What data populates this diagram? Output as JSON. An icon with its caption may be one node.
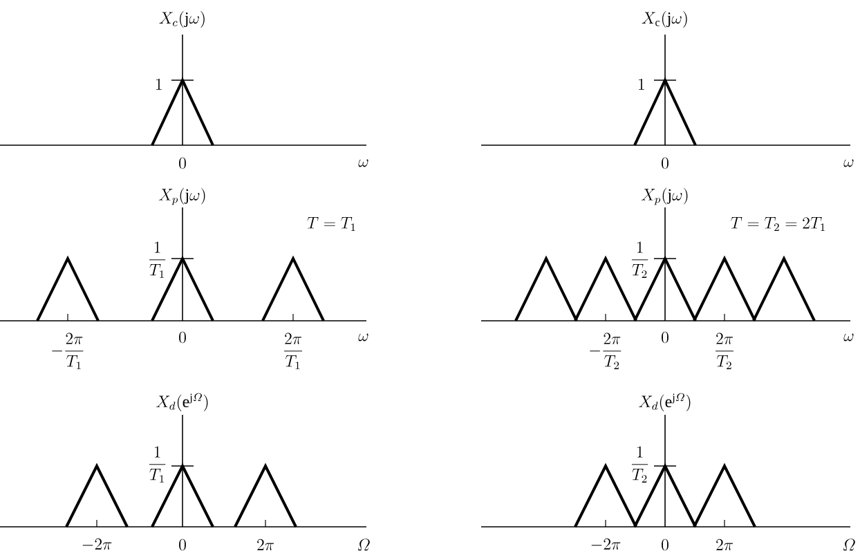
{
  "diagram": {
    "labels": [
      "X_c(\\mathrm{j}\\omega)",
      "1",
      "0",
      "\\omega",
      "X_\\mathrm{c}(\\mathrm{j}\\omega)",
      "1",
      "0",
      "\\omega",
      "X_p(\\mathrm{j}\\omega)",
      "T = T_1",
      "\\dfrac{1}{T_1}",
      "-\\dfrac{2\\pi}{T_1}",
      "0",
      "\\dfrac{2\\pi}{T_1}",
      "\\omega",
      "X_p(\\mathrm{j}\\omega)",
      "T = T_2 = 2T_1",
      "\\dfrac{1}{T_2}",
      "-\\dfrac{2\\pi}{T_2}",
      "0",
      "\\dfrac{2\\pi}{T_2}",
      "\\omega",
      "X_d(\\mathrm{e}^{\\mathrm{j}\\varOmega})",
      "\\dfrac{1}{T_1}",
      "-2\\pi",
      "0",
      "2\\pi",
      "\\varOmega",
      "X_d(\\mathrm{e}^{\\mathrm{j}\\varOmega})",
      "\\dfrac{1}{T_2}",
      "-2\\pi",
      "0",
      "2\\pi",
      "\\varOmega"
    ]
  }
}
